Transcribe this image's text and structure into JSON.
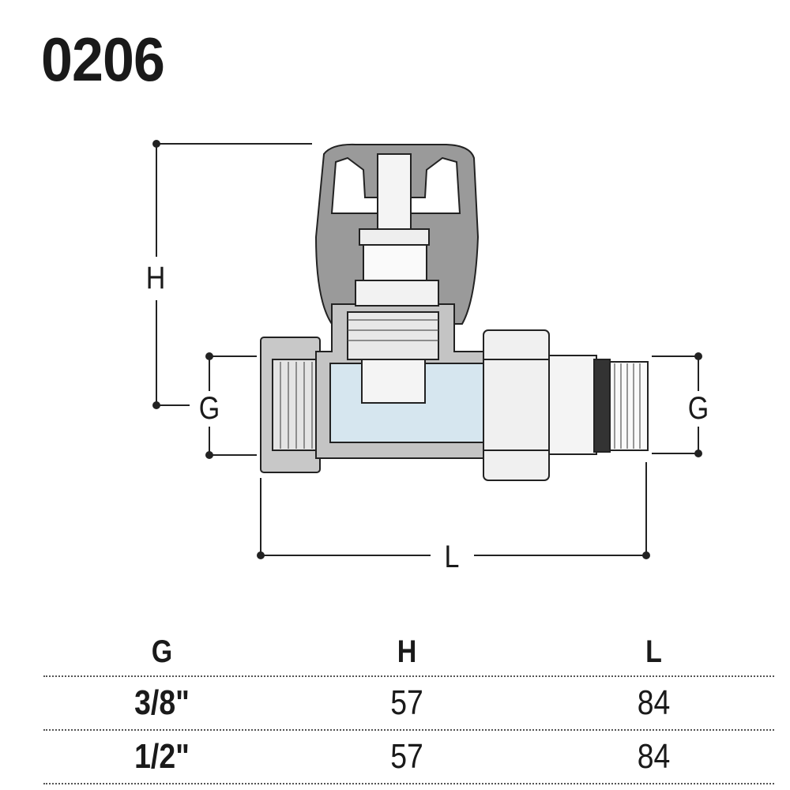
{
  "title": "0206",
  "dimensions": {
    "h": "H",
    "g_left": "G",
    "g_right": "G",
    "l": "L"
  },
  "table": {
    "headers": [
      "G",
      "H",
      "L"
    ],
    "rows": [
      [
        "3/8\"",
        "57",
        "84"
      ],
      [
        "1/2\"",
        "57",
        "84"
      ]
    ]
  }
}
